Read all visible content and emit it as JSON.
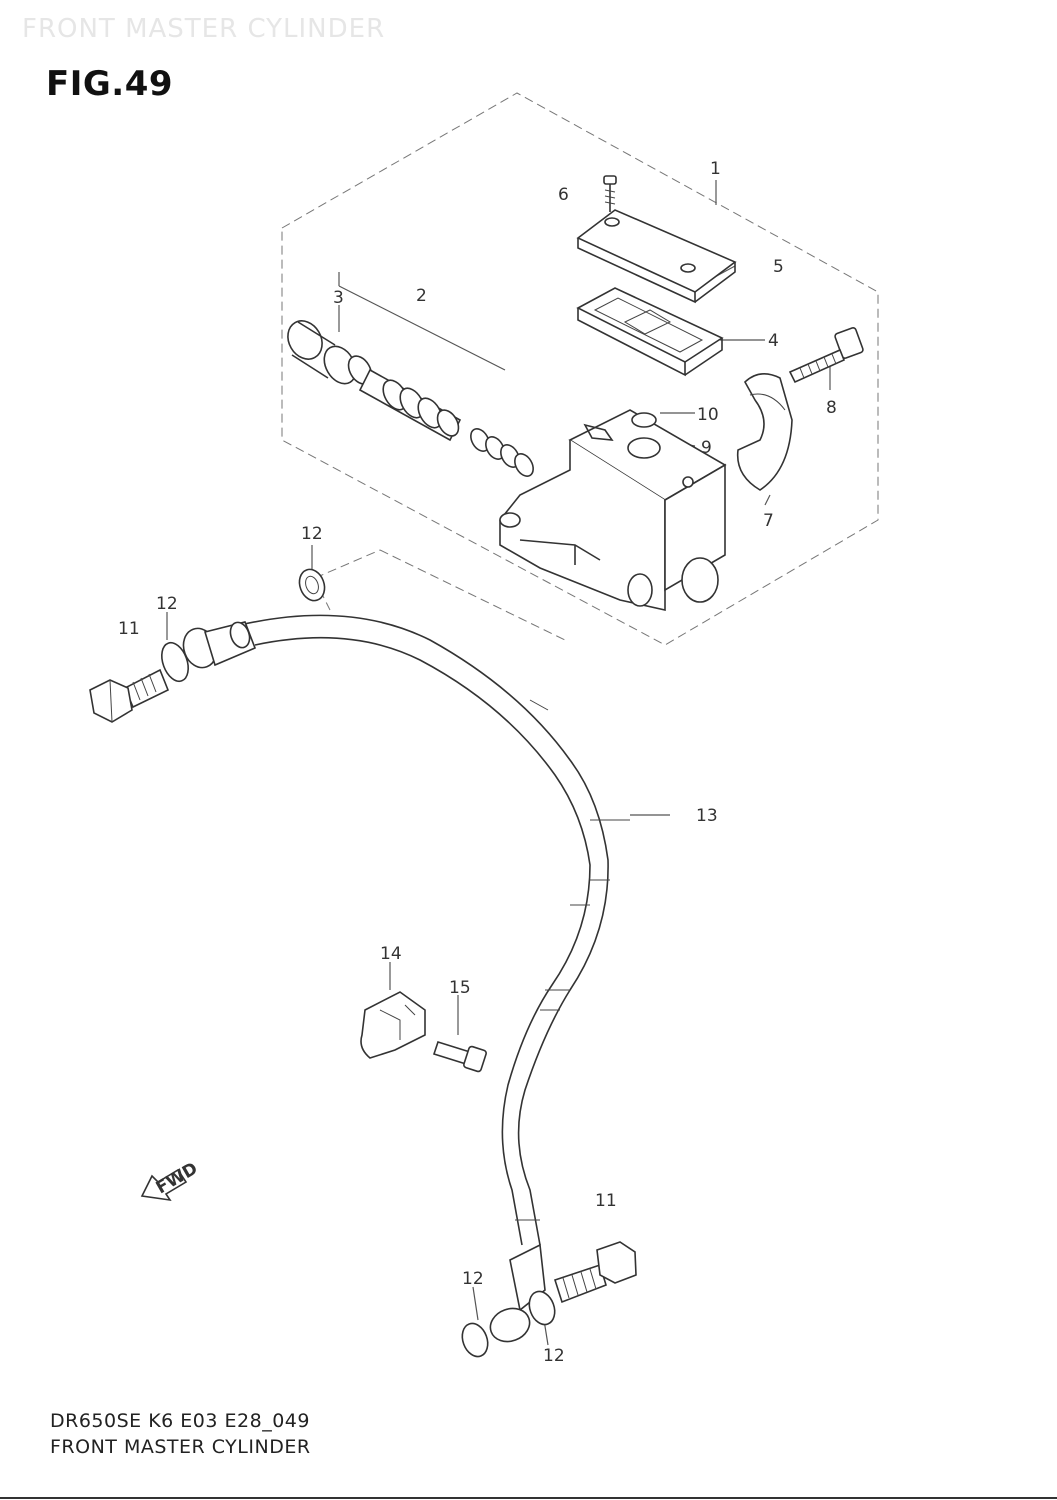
{
  "watermark": "FRONT MASTER CYLINDER",
  "figure_label": "FIG.49",
  "footer": {
    "code": "DR650SE K6 E03 E28_049",
    "name": "FRONT MASTER CYLINDER"
  },
  "fwd_label": "FWD",
  "callouts": {
    "c1": "1",
    "c2": "2",
    "c3": "3",
    "c4": "4",
    "c5": "5",
    "c6": "6",
    "c7": "7",
    "c8": "8",
    "c9": "9",
    "c10": "10",
    "c11a": "11",
    "c11b": "11",
    "c12a": "12",
    "c12b": "12",
    "c12c": "12",
    "c12d": "12",
    "c13": "13",
    "c14": "14",
    "c15": "15"
  }
}
